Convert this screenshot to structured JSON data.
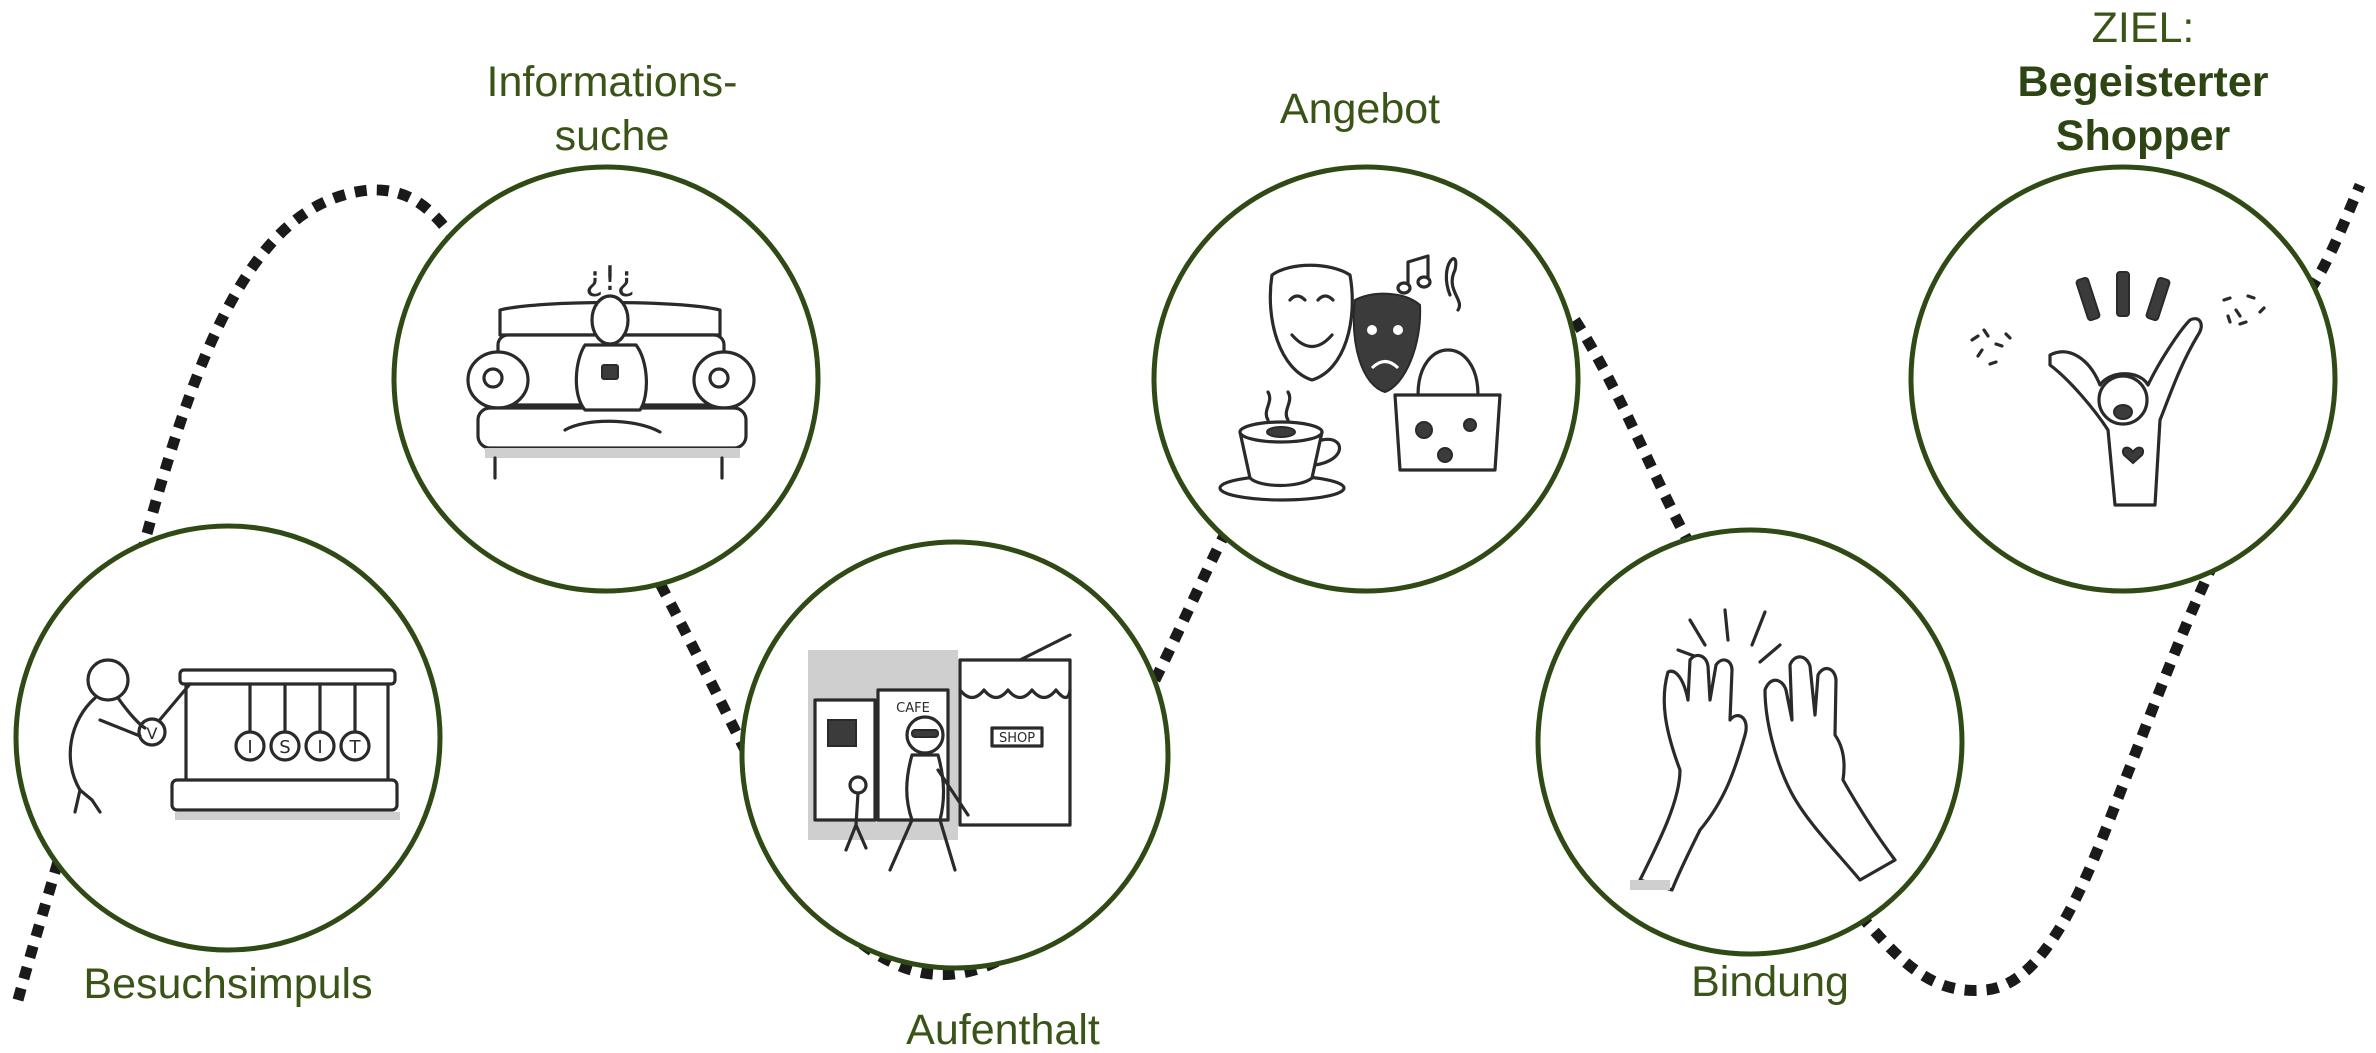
{
  "stages": [
    {
      "id": "besuchsimpuls",
      "label": "Besuchsimpuls",
      "illustration": "newtons-cradle-visit-icon"
    },
    {
      "id": "informationssuche",
      "label_lines": [
        "Informations-",
        "suche"
      ],
      "illustration": "sofa-phone-icon",
      "glyphs": "¿!¿"
    },
    {
      "id": "aufenthalt",
      "label": "Aufenthalt",
      "illustration": "shopping-street-icon",
      "sign_text": [
        "SHOP",
        "CAFE"
      ]
    },
    {
      "id": "angebot",
      "label": "Angebot",
      "illustration": "masks-coffee-bag-icon"
    },
    {
      "id": "bindung",
      "label": "Bindung",
      "illustration": "high-five-icon"
    },
    {
      "id": "ziel",
      "label_prefix": "ZIEL:",
      "label_bold_lines": [
        "Begeisterter",
        "Shopper"
      ],
      "illustration": "cheering-person-icon"
    }
  ],
  "cradle_balls": [
    "V",
    "I",
    "S",
    "I",
    "T"
  ],
  "colors": {
    "label": "#3a5418",
    "label_bold": "#2d4413",
    "ring": "#2f4a14",
    "path": "#1a1a1a"
  }
}
